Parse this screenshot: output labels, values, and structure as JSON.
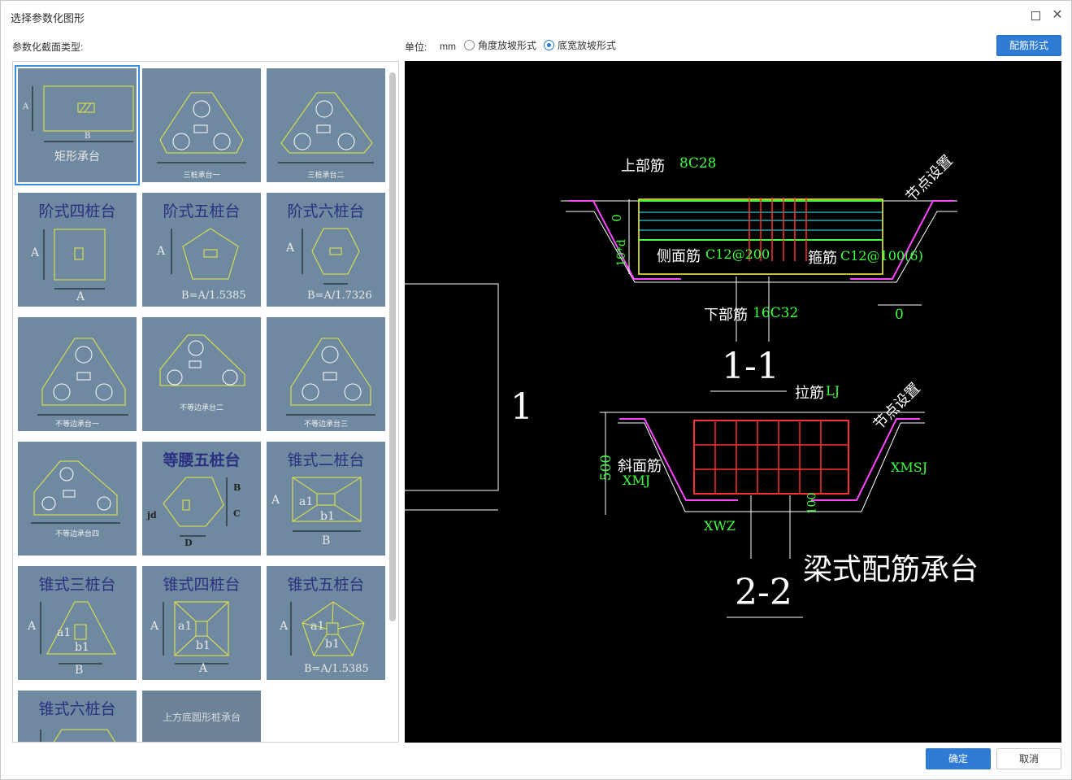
{
  "window": {
    "title": "选择参数化图形"
  },
  "left_label": "参数化截面类型:",
  "unit": {
    "label": "单位:",
    "value": "mm"
  },
  "slope": {
    "option1": "角度放坡形式",
    "option2": "底宽放坡形式",
    "selected": "option2"
  },
  "buttons": {
    "rebar_form": "配筋形式",
    "ok": "确定",
    "cancel": "取消"
  },
  "tiles": [
    {
      "title": "",
      "caption": "矩形承台",
      "selected": true
    },
    {
      "title": "",
      "caption": "三桩承台一"
    },
    {
      "title": "",
      "caption": "三桩承台二"
    },
    {
      "title": "阶式四桩台",
      "caption": ""
    },
    {
      "title": "阶式五桩台",
      "formula": "B=A/1.5385"
    },
    {
      "title": "阶式六桩台",
      "formula": "B=A/1.7326"
    },
    {
      "title": "",
      "caption": "不等边承台一"
    },
    {
      "title": "",
      "caption": "不等边承台二"
    },
    {
      "title": "",
      "caption": "不等边承台三"
    },
    {
      "title": "",
      "caption": "不等边承台四"
    },
    {
      "title": "等腰五桩台",
      "caption": ""
    },
    {
      "title": "锥式二桩台",
      "caption": ""
    },
    {
      "title": "锥式三桩台",
      "caption": ""
    },
    {
      "title": "锥式四桩台",
      "caption": ""
    },
    {
      "title": "锥式五桩台",
      "formula": "B=A/1.5385"
    },
    {
      "title": "锥式六桩台",
      "caption": ""
    },
    {
      "title": "",
      "caption": "上方底圆形桩承台"
    }
  ],
  "tile_labels": {
    "A": "A",
    "B": "B",
    "C": "C",
    "D": "D",
    "jd": "jd",
    "a1": "a1",
    "b1": "b1"
  },
  "preview": {
    "top_rebar": "上部筋",
    "top_rebar_value": "8C28",
    "side_rebar": "侧面筋",
    "side_rebar_value": "C12@200",
    "stirrup": "箍筋",
    "stirrup_value": "C12@100(6)",
    "bottom_rebar": "下部筋",
    "bottom_rebar_value": "16C32",
    "node_setting_1": "节点设置",
    "node_setting_2": "节点设置",
    "dim_zero_1": "0",
    "dim_zero_2": "0",
    "dim_10d": "10*d",
    "section_1": "1-1",
    "section_mark_1": "1",
    "tie_rebar": "拉筋",
    "tie_rebar_value": "LJ",
    "slope_rebar": "斜面筋",
    "slope_rebar_value": "XMJ",
    "xmsj": "XMSJ",
    "xwz": "XWZ",
    "dim_500": "500",
    "dim_100": "100",
    "beam_title": "梁式配筋承台",
    "section_2": "2-2"
  }
}
